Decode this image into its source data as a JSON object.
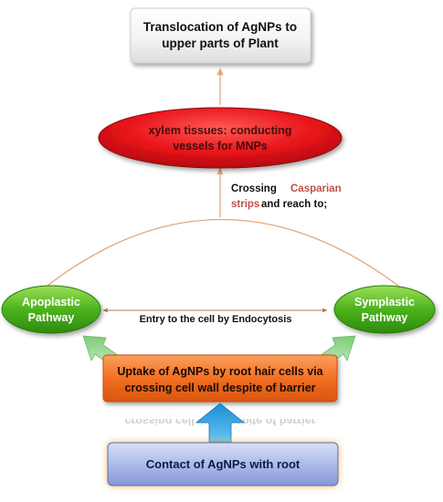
{
  "nodes": {
    "translocation": {
      "line1": "Translocation of AgNPs to",
      "line2": "upper parts of Plant"
    },
    "xylem": {
      "line1": "xylem tissues: conducting",
      "line2": "vessels for MNPs"
    },
    "crossing": {
      "word1": "Crossing",
      "word2": "Casparian",
      "word3": "strips",
      "word4": "and reach to;"
    },
    "apoplastic": {
      "line1": "Apoplastic",
      "line2": "Pathway"
    },
    "symplastic": {
      "line1": "Symplastic",
      "line2": "Pathway"
    },
    "entry": {
      "label": "Entry to the cell by Endocytosis"
    },
    "uptake": {
      "line1": "Uptake of AgNPs by root hair cells via",
      "line2": "crossing cell wall despite of barrier"
    },
    "contact": {
      "label": "Contact of AgNPs with root"
    }
  },
  "colors": {
    "xylem_fill": "#e8141a",
    "green_fill": "#4cb21c",
    "green_text": "#ffffff",
    "uptake_fill": "#f26f22",
    "contact_fill": "#a9b8e6",
    "connector": "#e6a77c",
    "casparian_text": "#c0504d",
    "arrow_green": "#8fd18a",
    "arrow_blue": "#1f9de0"
  }
}
